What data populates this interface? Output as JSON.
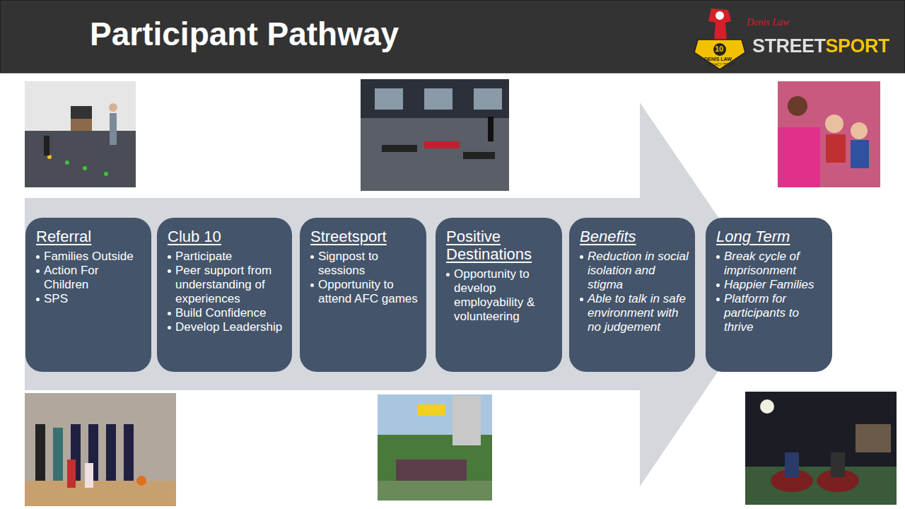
{
  "diagram": {
    "title": "Participant Pathway",
    "nodes": [
      {
        "text": [
          "Referral",
          "Families Outside",
          "Action For Children",
          "SPS"
        ]
      },
      {
        "text": [
          "Club 10",
          "Participate",
          "Peer support from understanding of experiences",
          "Build Confidence",
          "Develop Leadership"
        ]
      },
      {
        "text": [
          "Streetsport",
          "Signpost to sessions",
          "Opportunity to attend AFC games"
        ]
      },
      {
        "text": [
          "Positive Destinations",
          "Opportunity to develop employability & volunteering"
        ]
      },
      {
        "text": [
          "Benefits",
          "Reduction in social isolation and stigma",
          "Able to talk in safe environment with no judgement"
        ]
      },
      {
        "text": [
          "Long Term",
          "Break cycle of imprisonment",
          "Happier Families",
          "Platform for participants to thrive"
        ]
      }
    ],
    "labels": [
      "10",
      "DENIS LAW",
      "LEGACY TRUST",
      "Denis Law",
      "STREETSPORT"
    ]
  }
}
